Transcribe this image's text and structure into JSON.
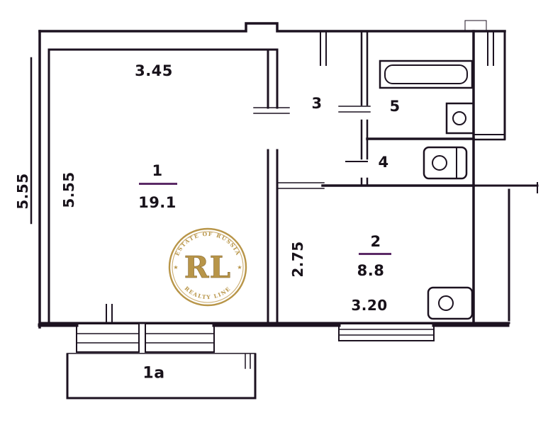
{
  "rooms": {
    "room1": {
      "number": "1",
      "area": "19.1"
    },
    "room2": {
      "number": "2",
      "area": "8.8"
    },
    "room3": {
      "number": "3"
    },
    "room4": {
      "number": "4"
    },
    "room5": {
      "number": "5"
    },
    "balcony": {
      "number": "1a"
    }
  },
  "dimensions": {
    "room1_width": "3.45",
    "room1_depth": "5.55",
    "left_outer": "5.55",
    "room2_depth": "2.75",
    "room2_width": "3.20"
  },
  "watermark": {
    "initials": "RL",
    "arc_top": "ESTATE OF RUSSIA",
    "arc_bottom": "REALTY LINE",
    "star": "★"
  },
  "colors": {
    "line": "#1c1220",
    "underline": "#5b2a66",
    "watermark_gold": "#b5903f",
    "background": "#ffffff"
  }
}
